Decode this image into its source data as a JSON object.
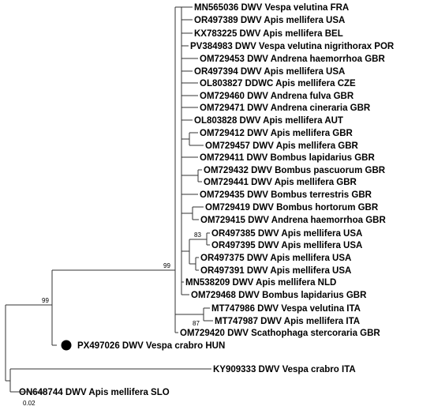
{
  "tree": {
    "taxa": [
      "MN565036 DWV Vespa velutina FRA",
      "OR497389 DWV Apis mellifera USA",
      "KX783225 DWV Apis mellifera BEL",
      "PV384983 DWV Vespa velutina nigrithorax POR",
      "OM729453 DWV Andrena haemorrhoa GBR",
      "OR497394 DWV Apis mellifera USA",
      "OL803827 DDWC Apis mellifera CZE",
      "OM729460 DWV Andrena fulva GBR",
      "OM729471 DWV Andrena cineraria GBR",
      "OL803828 DWV Apis mellifera AUT",
      "OM729412 DWV Apis mellifera GBR",
      "OM729457 DWV Apis mellifera GBR",
      "OM729411 DWV Bombus lapidarius GBR",
      "OM729432 DWV Bombus pascuorum GBR",
      "OM729441 DWV Apis mellifera GBR",
      "OM729435 DWV Bombus terrestris GBR",
      "OM729419 DWV Bombus hortorum GBR",
      "OM729415 DWV Andrena haemorrhoa GBR",
      "OR497385 DWV Apis mellifera USA",
      "OR497395 DWV Apis mellifera USA",
      "OR497375 DWV Apis mellifera USA",
      "OR497391 DWV Apis mellifera USA",
      "MN538209 DWV Apis mellifera NLD",
      "OM729468 DWV Bombus lapidarius GBR",
      "MT747986 DWV Vespa velutina ITA",
      "MT747987 DWV Apis mellifera ITA",
      "OM729420 DWV Scathophaga stercoraria GBR",
      "PX497026 DWV Vespa crabro HUN",
      "KY909333 DWV Vespa crabro ITA",
      "ON648744 DWV Apis mellifera SLO"
    ],
    "highlighted_taxon": "PX497026 DWV Vespa crabro HUN",
    "marker": "filled-circle",
    "support_values": [
      "99",
      "99",
      "83",
      "87"
    ],
    "scale_bar_label": "0.02",
    "scale_bar_value": 0.02
  }
}
